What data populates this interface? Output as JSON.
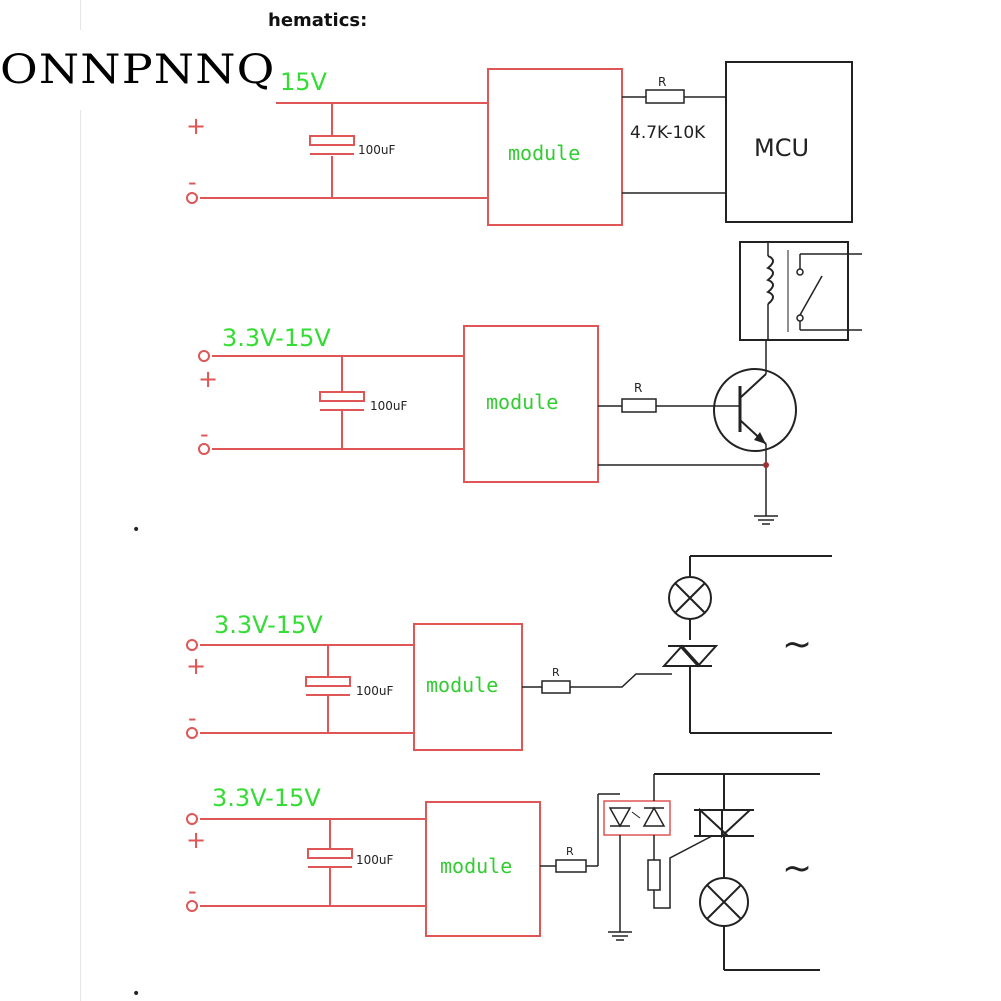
{
  "logo": {
    "text": "ONNPNNQ"
  },
  "heading": {
    "text": "hematics:"
  },
  "colors": {
    "wire_red": "#e05555",
    "wire_dark": "#222222",
    "voltage_green": "#33dd33",
    "module_green": "#33cc33"
  },
  "circuits": [
    {
      "id": "mcu",
      "voltage": "15V",
      "capacitor": "100uF",
      "module": "module",
      "resistor": "R",
      "resistor_value": "4.7K-10K",
      "load": "MCU",
      "plus": "+",
      "minus": "-"
    },
    {
      "id": "relay",
      "voltage": "3.3V-15V",
      "capacitor": "100uF",
      "module": "module",
      "resistor": "R",
      "plus": "+",
      "minus": "-"
    },
    {
      "id": "triac",
      "voltage": "3.3V-15V",
      "capacitor": "100uF",
      "module": "module",
      "resistor": "R",
      "ac": "~",
      "plus": "+",
      "minus": "-"
    },
    {
      "id": "opto",
      "voltage": "3.3V-15V",
      "capacitor": "100uF",
      "module": "module",
      "resistor": "R",
      "ac": "~",
      "plus": "+",
      "minus": "-"
    }
  ],
  "bullets": [
    "•",
    "•"
  ]
}
